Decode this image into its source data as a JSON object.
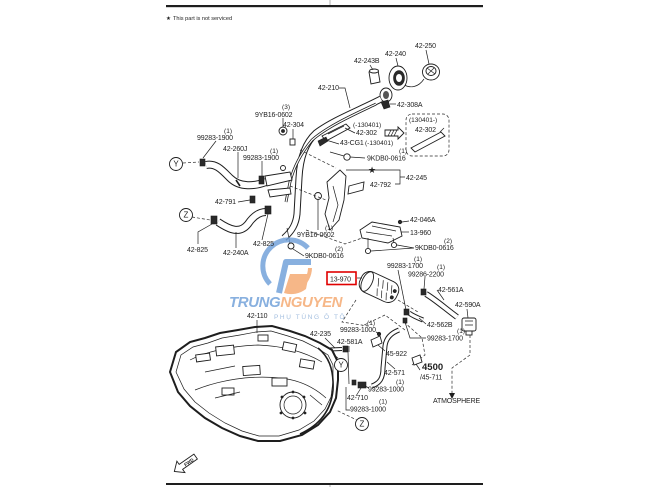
{
  "note": {
    "star": "★",
    "text": "This part is not serviced"
  },
  "markers": {
    "y": "Y",
    "z": "Z",
    "star": "★",
    "atmosphere": "ATMOSPHERE",
    "fwd": "FWD"
  },
  "highlight": {
    "color": "#e00000"
  },
  "watermark": {
    "brand_primary": "TRUNG",
    "brand_secondary": "NGUYEN",
    "tagline": "PHỤ TÙNG Ô TÔ",
    "color_primary": "#6f9fd8",
    "color_secondary": "#f5a86e"
  },
  "callouts": [
    {
      "part": "42-250"
    },
    {
      "part": "42-240"
    },
    {
      "part": "42-243B"
    },
    {
      "part": "42-210"
    },
    {
      "part": "42-308A"
    },
    {
      "qty": "(3)",
      "part": "9YB16-0602"
    },
    {
      "part": "42-304"
    },
    {
      "note": "(-130401)",
      "part": "42-302"
    },
    {
      "note": "(130401-)",
      "part": "42-302"
    },
    {
      "qty": "(1)",
      "part": "99283-1900"
    },
    {
      "part": "42-260J"
    },
    {
      "qty": "(1)",
      "part": "99283-1900"
    },
    {
      "note": "(-130401)",
      "part": "43-CG1"
    },
    {
      "qty": "(1)",
      "part": "9KDB0-0616"
    },
    {
      "part": "42-245"
    },
    {
      "part": "42-792"
    },
    {
      "part": "42-791"
    },
    {
      "part": "42-046A"
    },
    {
      "part": "13-960"
    },
    {
      "qty": "(1)",
      "part": "9YB16-0602"
    },
    {
      "part": "42-825"
    },
    {
      "part": "42-240A"
    },
    {
      "part": "42-825"
    },
    {
      "qty": "(2)",
      "part": "9KDB0-0616"
    },
    {
      "qty": "(2)",
      "part": "9KDB0-0616"
    },
    {
      "part": "13-970"
    },
    {
      "qty": "(1)",
      "part": "99283-1700"
    },
    {
      "qty": "(1)",
      "part": "99286-2200"
    },
    {
      "part": "42-561A"
    },
    {
      "part": "42-590A"
    },
    {
      "part": "42-110"
    },
    {
      "part": "42-562B"
    },
    {
      "qty": "(1)",
      "part": "99283-1700"
    },
    {
      "part": "42-235"
    },
    {
      "qty": "(1)",
      "part": "99283-1000"
    },
    {
      "part": "42-581A"
    },
    {
      "part": "45-922"
    },
    {
      "part": "4500",
      "sub": "/45-711"
    },
    {
      "part": "42-571"
    },
    {
      "qty": "(1)",
      "part": "99283-1000"
    },
    {
      "part": "42-710"
    },
    {
      "qty": "(1)",
      "part": "99283-1000"
    }
  ]
}
